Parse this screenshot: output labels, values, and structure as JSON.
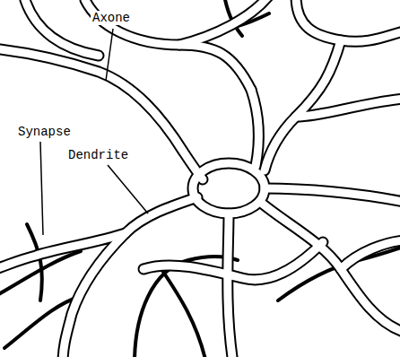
{
  "diagram": {
    "labels": [
      "Axone",
      "Synapse",
      "Dendrite"
    ]
  }
}
